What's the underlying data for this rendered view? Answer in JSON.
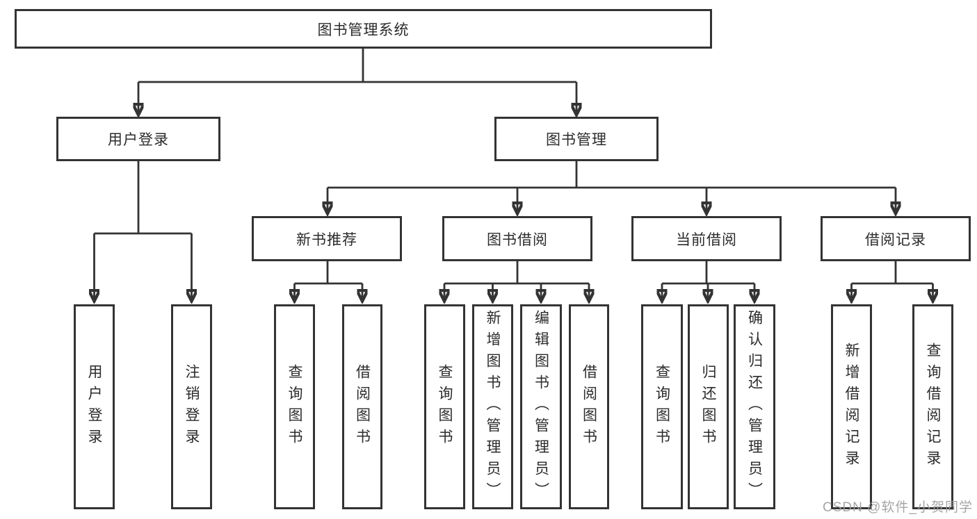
{
  "tree": {
    "label": "图书管理系统",
    "children": [
      {
        "label": "用户登录",
        "children": [
          {
            "label": "用户登录"
          },
          {
            "label": "注销登录"
          }
        ]
      },
      {
        "label": "图书管理",
        "children": [
          {
            "label": "新书推荐",
            "children": [
              {
                "label": "查询图书"
              },
              {
                "label": "借阅图书"
              }
            ]
          },
          {
            "label": "图书借阅",
            "children": [
              {
                "label": "查询图书"
              },
              {
                "label": "新增图书（管理员）"
              },
              {
                "label": "编辑图书（管理员）"
              },
              {
                "label": "借阅图书"
              }
            ]
          },
          {
            "label": "当前借阅",
            "children": [
              {
                "label": "查询图书"
              },
              {
                "label": "归还图书"
              },
              {
                "label": "确认归还（管理员）"
              }
            ]
          },
          {
            "label": "借阅记录",
            "children": [
              {
                "label": "新增借阅记录"
              },
              {
                "label": "查询借阅记录"
              }
            ]
          }
        ]
      }
    ]
  },
  "watermark": {
    "text": "CSDN @软件_小贺同学"
  },
  "colors": {
    "line": "#333333",
    "text": "#2b2b2b",
    "box_fill": "#ffffff",
    "background": "#ffffff",
    "watermark": "#9e9e9e"
  }
}
